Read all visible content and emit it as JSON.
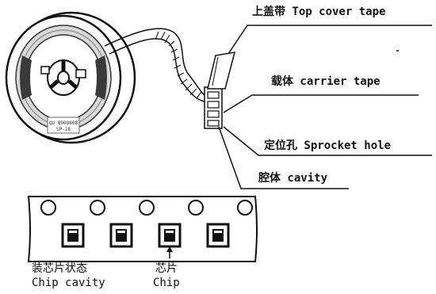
{
  "labels": {
    "top_cover_tape": "上盖带 Top cover tape",
    "carrier_tape": "载体 carrier tape",
    "sprocket_hole": "定位孔 Sprocket hole",
    "cavity": "腔体 cavity",
    "chip_cavity_cn": "装芯片状态",
    "chip_cavity_en": "Chip cavity",
    "chip_cn": "芯片",
    "chip_en": "Chip"
  },
  "reel_label_lines": [
    "QU 8008808",
    "SP-28"
  ],
  "colors": {
    "ink": "#111111",
    "paper": "#ffffff",
    "reel_shade": "#cfcfcf",
    "reel_dark": "#6a6a6a"
  }
}
